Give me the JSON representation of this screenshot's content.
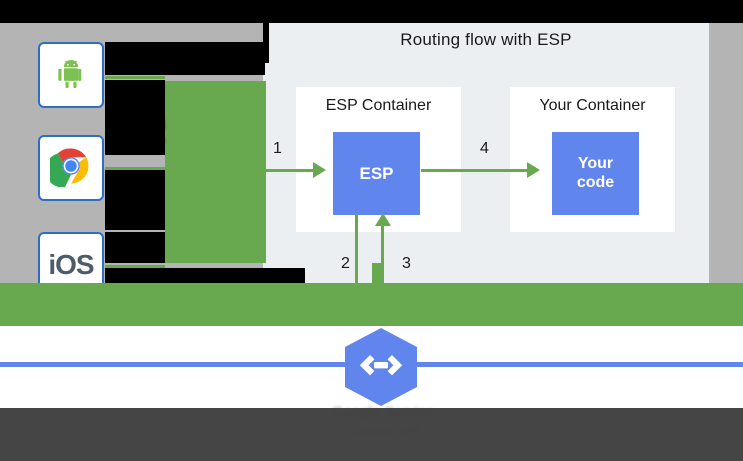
{
  "diagram": {
    "title": "Routing flow with ESP",
    "containers": [
      {
        "label": "ESP Container",
        "box_label": "ESP"
      },
      {
        "label": "Your Container",
        "box_label_line1": "Your",
        "box_label_line2": "code"
      }
    ],
    "arrows": [
      {
        "number": "1",
        "from": "clients",
        "to": "ESP"
      },
      {
        "number": "2",
        "from": "ESP",
        "to": "service-control"
      },
      {
        "number": "3",
        "from": "service-control",
        "to": "ESP"
      },
      {
        "number": "4",
        "from": "ESP",
        "to": "Your code"
      }
    ],
    "clients": [
      {
        "icon": "android-icon",
        "label": ""
      },
      {
        "icon": "chrome-icon",
        "label": ""
      },
      {
        "icon": "ios-icon",
        "label": "iOS"
      }
    ],
    "service": {
      "icon": "google-service-control-hexagon-icon",
      "label_line1": "Google Service",
      "label_line2": "Control API"
    }
  },
  "colors": {
    "green": "#68a84f",
    "blue": "#6086ee",
    "panel_bg": "#eceff1",
    "container_bg": "#ffffff",
    "page_gray": "#b4b4b4",
    "dark_bar": "#3f3f3f",
    "tile_border": "#2e6fc4"
  }
}
